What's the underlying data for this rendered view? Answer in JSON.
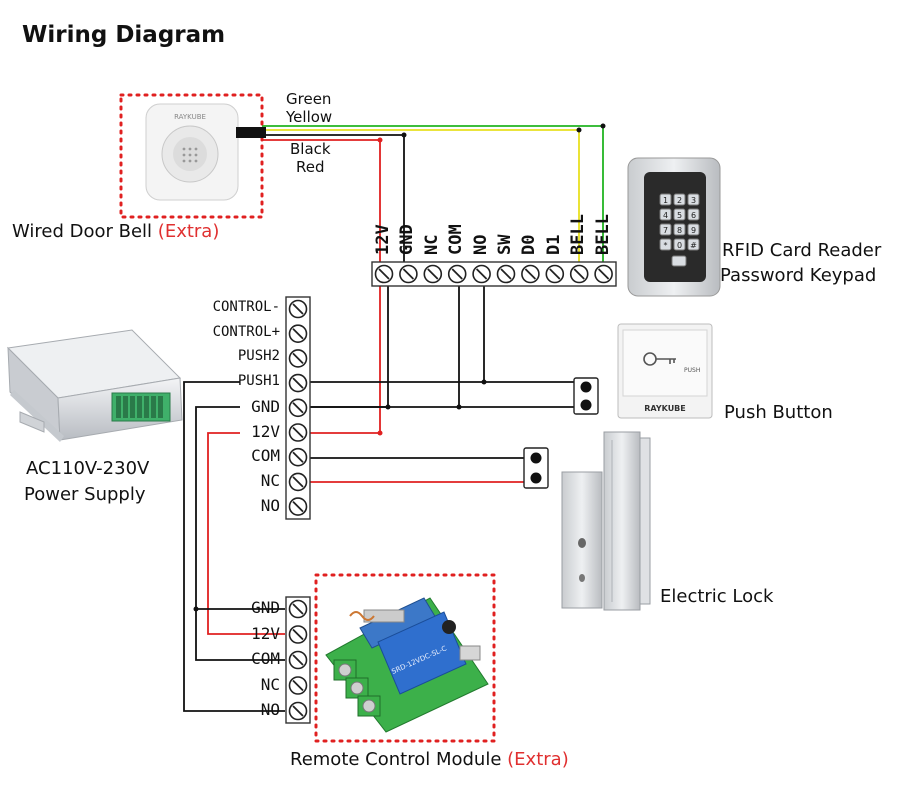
{
  "title": "Wiring Diagram",
  "components": {
    "doorbell": {
      "label": "Wired Door Bell",
      "extra": "(Extra)",
      "brand": "RAYKUBE"
    },
    "rfid": {
      "label_line1": "RFID Card Reader",
      "label_line2": "Password Keypad"
    },
    "push_button": {
      "label": "Push Button",
      "brand": "RAYKUBE",
      "push_text": "PUSH"
    },
    "power_supply": {
      "label_line1": "AC110V-230V",
      "label_line2": "Power Supply"
    },
    "electric_lock": {
      "label": "Electric Lock"
    },
    "remote_module": {
      "label": "Remote Control Module",
      "extra": "(Extra)",
      "module_text": "SRD-12VDC-SL-C"
    }
  },
  "wire_labels": {
    "green": "Green",
    "yellow": "Yellow",
    "black": "Black",
    "red": "Red"
  },
  "terminals": {
    "controller_top": [
      "12V",
      "GND",
      "NC",
      "COM",
      "NO",
      "SW",
      "D0",
      "D1",
      "BELL",
      "BELL"
    ],
    "power_supply": [
      "CONTROL-",
      "CONTROL+",
      "PUSH2",
      "PUSH1",
      "GND",
      "12V",
      "COM",
      "NC",
      "NO"
    ],
    "remote": [
      "GND",
      "12V",
      "COM",
      "NC",
      "NO"
    ]
  },
  "keypad_keys": [
    "1",
    "2",
    "3",
    "4",
    "5",
    "6",
    "7",
    "8",
    "9",
    "*",
    "0",
    "#"
  ],
  "colors": {
    "red": "#e02020",
    "black": "#111111",
    "green": "#22b422",
    "yellow": "#e8e020",
    "dotted": "#e02020"
  }
}
